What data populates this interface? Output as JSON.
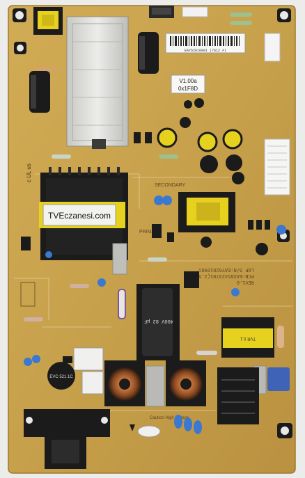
{
  "watermark": "TVEczanesi.com",
  "stickers": {
    "firmware_version": "V1.00a",
    "firmware_checksum": "0x1F8D",
    "serial_barcode_text": "EAY62810901 (7612 #)"
  },
  "silkscreen": {
    "secondary": "SECONDARY",
    "primary": "PRIMARY",
    "revision": "REV1.0",
    "pcb_number": "PCB:EAX65423701(2.5)",
    "lg_pn": "LGP S/N:EAY62810901",
    "caution_high_voltage": "Caution High Voltage"
  },
  "components": {
    "bulk_capacitor_label": "400V 82 μF",
    "film_capacitor_label": "EVC 521.1C",
    "transformer_label": "TVR 0.1"
  },
  "colors": {
    "pcb": "#c9a24d",
    "pcb_shade": "#b58d3b",
    "heatsink": "#d7d7d3",
    "cap_black": "#1b1b1b"
  }
}
